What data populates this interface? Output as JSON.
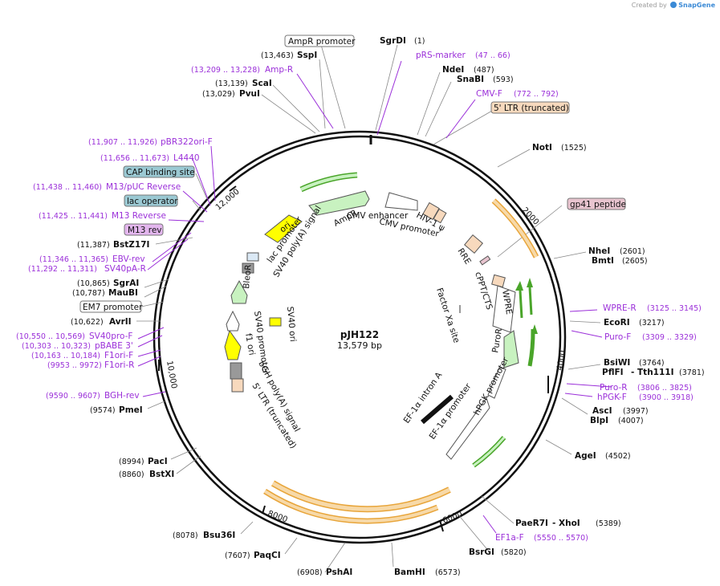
{
  "credit": {
    "prefix": "Created by",
    "brand": "SnapGene"
  },
  "plasmid": {
    "name": "pJH122",
    "size": "13,579 bp",
    "length": 13579
  },
  "scale_ticks": [
    "2000",
    "4000",
    "6000",
    "8000",
    "10,000",
    "12,000"
  ],
  "colors": {
    "enzyme": "#111111",
    "primer": "#9b30d9",
    "misc_box": "#e7e7e7",
    "ltr_box": "#f7d9bd",
    "gp41_box": "#e8c4cf",
    "cap_box": "#9bc9d3",
    "lac_box": "#9bc9d3",
    "m13_box": "#e3b6ee",
    "orf_stroke": "#e8a53a",
    "small_arrow": "#4aa52a"
  },
  "enzymes": [
    {
      "name": "SgrDI",
      "pos": "(1)"
    },
    {
      "name": "SspI",
      "pos": "(13,463)"
    },
    {
      "name": "ScaI",
      "pos": "(13,139)"
    },
    {
      "name": "PvuI",
      "pos": "(13,029)"
    },
    {
      "name": "NdeI",
      "pos": "(487)"
    },
    {
      "name": "SnaBI",
      "pos": "(593)"
    },
    {
      "name": "NotI",
      "pos": "(1525)"
    },
    {
      "name": "NheI",
      "pos": "(2601)"
    },
    {
      "name": "BmtI",
      "pos": "(2605)"
    },
    {
      "name": "EcoRI",
      "pos": "(3217)"
    },
    {
      "name": "BsiWI",
      "pos": "(3764)"
    },
    {
      "name": "PflFI",
      "pos": "- Tth111I"
    },
    {
      "name": "AscI",
      "pos": "(3997)"
    },
    {
      "name": "BlpI",
      "pos": "(4007)"
    },
    {
      "name": "AgeI",
      "pos": "(4502)"
    },
    {
      "name": "PaeR7I",
      "pos": "- XhoI"
    },
    {
      "name": "BsrGI",
      "pos": "(5820)"
    },
    {
      "name": "BamHI",
      "pos": "(6573)"
    },
    {
      "name": "PshAI",
      "pos": "(6908)"
    },
    {
      "name": "PaqCI",
      "pos": "(7607)"
    },
    {
      "name": "Bsu36I",
      "pos": "(8078)"
    },
    {
      "name": "PacI",
      "pos": "(8994)"
    },
    {
      "name": "BstXI",
      "pos": "(8860)"
    },
    {
      "name": "PmeI",
      "pos": "(9574)"
    },
    {
      "name": "AvrII",
      "pos": "(10,622)"
    },
    {
      "name": "SgrAI",
      "pos": "(10,865)"
    },
    {
      "name": "MauBI",
      "pos": "(10,787)"
    },
    {
      "name": "BstZ17I",
      "pos": "(11,387)"
    }
  ],
  "enzyme_extra": {
    "tth_pos": "(3781)",
    "xho_pos": "(5389)"
  },
  "primers": [
    {
      "name": "pRS-marker",
      "range": "(47 .. 66)"
    },
    {
      "name": "Amp-R",
      "range": "(13,209 .. 13,228)"
    },
    {
      "name": "CMV-F",
      "range": "(772 .. 792)"
    },
    {
      "name": "pBR322ori-F",
      "range": "(11,907 .. 11,926)"
    },
    {
      "name": "L4440",
      "range": "(11,656 .. 11,673)"
    },
    {
      "name": "M13/pUC Reverse",
      "range": "(11,438 .. 11,460)"
    },
    {
      "name": "M13 Reverse",
      "range": "(11,425 .. 11,441)"
    },
    {
      "name": "EBV-rev",
      "range": "(11,346 .. 11,365)"
    },
    {
      "name": "SV40pA-R",
      "range": "(11,292 .. 11,311)"
    },
    {
      "name": "WPRE-R",
      "range": "(3125 .. 3145)"
    },
    {
      "name": "Puro-F",
      "range": "(3309 .. 3329)"
    },
    {
      "name": "Puro-R",
      "range": "(3806 .. 3825)"
    },
    {
      "name": "hPGK-F",
      "range": "(3900 .. 3918)"
    },
    {
      "name": "EF1a-F",
      "range": "(5550 .. 5570)"
    },
    {
      "name": "SV40pro-F",
      "range": "(10,550 .. 10,569)"
    },
    {
      "name": "pBABE 3'",
      "range": "(10,303 .. 10,323)"
    },
    {
      "name": "F1ori-F",
      "range": "(10,163 .. 10,184)"
    },
    {
      "name": "F1ori-R",
      "range": "(9953 .. 9972)"
    },
    {
      "name": "BGH-rev",
      "range": "(9590 .. 9607)"
    }
  ],
  "boxed_labels": {
    "ampr_promoter": "AmpR promoter",
    "ltr_truncated": "5' LTR (truncated)",
    "gp41": "gp41 peptide",
    "cap": "CAP binding site",
    "lac_operator": "lac operator",
    "m13rev": "M13 rev",
    "em7": "EM7 promoter"
  },
  "features": {
    "cmv_enhancer": "CMV enhancer",
    "cmv_promoter": "CMV promoter",
    "hiv1_psi": "HIV-1 ψ",
    "rre": "RRE",
    "cppt": "cPPT/CTS",
    "wpre": "WPRE",
    "factor_xa": "Factor Xa site",
    "puror": "PuroR",
    "hpgk": "hPGK promoter",
    "ef1a_promoter": "EF-1α promoter",
    "ef1a_intron": "EF-1α intron A",
    "ltr_inner": "5' LTR (truncated)",
    "bgh": "bGH poly(A) signal",
    "f1ori": "f1 ori",
    "sv40_promoter": "SV40 promoter",
    "sv40_ori": "SV40 ori",
    "bleor": "BleoR",
    "sv40_polya": "SV40 poly(A) signal",
    "lac_promoter": "lac promoter",
    "ori": "ori",
    "ampr": "AmpR"
  }
}
